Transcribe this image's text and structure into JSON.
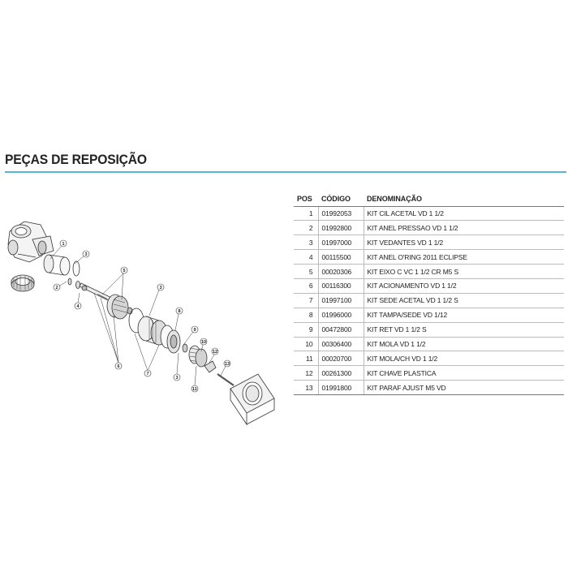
{
  "heading": "PEÇAS DE REPOSIÇÃO",
  "table": {
    "headers": {
      "pos": "POS",
      "code": "CÓDIGO",
      "name": "DENOMINAÇÃO"
    },
    "rows": [
      {
        "pos": "1",
        "code": "01992053",
        "name": "KIT CIL ACETAL VD 1 1/2"
      },
      {
        "pos": "2",
        "code": "01992800",
        "name": "KIT ANEL PRESSAO VD 1 1/2"
      },
      {
        "pos": "3",
        "code": "01997000",
        "name": "KIT VEDANTES VD 1 1/2"
      },
      {
        "pos": "4",
        "code": "00115500",
        "name": "KIT ANEL O'RING 2011 ECLIPSE"
      },
      {
        "pos": "5",
        "code": "00020306",
        "name": "KIT EIXO C VC 1 1/2 CR M5 S"
      },
      {
        "pos": "6",
        "code": "00116300",
        "name": "KIT ACIONAMENTO VD 1 1/2"
      },
      {
        "pos": "7",
        "code": "01997100",
        "name": "KIT SEDE ACETAL VD 1 1/2 S"
      },
      {
        "pos": "8",
        "code": "01996000",
        "name": "KIT TAMPA/SEDE VD 1/12"
      },
      {
        "pos": "9",
        "code": "00472800",
        "name": "KIT RET VD 1 1/2 S"
      },
      {
        "pos": "10",
        "code": "00306400",
        "name": "KIT MOLA VD 1 1/2"
      },
      {
        "pos": "11",
        "code": "00020700",
        "name": "KIT MOLA/CH VD 1 1/2"
      },
      {
        "pos": "12",
        "code": "00261300",
        "name": "KIT CHAVE PLASTICA"
      },
      {
        "pos": "13",
        "code": "01991800",
        "name": "KIT PARAF AJUST M5 VD"
      }
    ]
  },
  "diagram": {
    "callouts": [
      "1",
      "2",
      "3",
      "4",
      "5",
      "6",
      "7",
      "8",
      "9",
      "10",
      "11",
      "12",
      "13"
    ]
  },
  "colors": {
    "accent_rule": "#5ab6d6",
    "text": "#222222"
  }
}
